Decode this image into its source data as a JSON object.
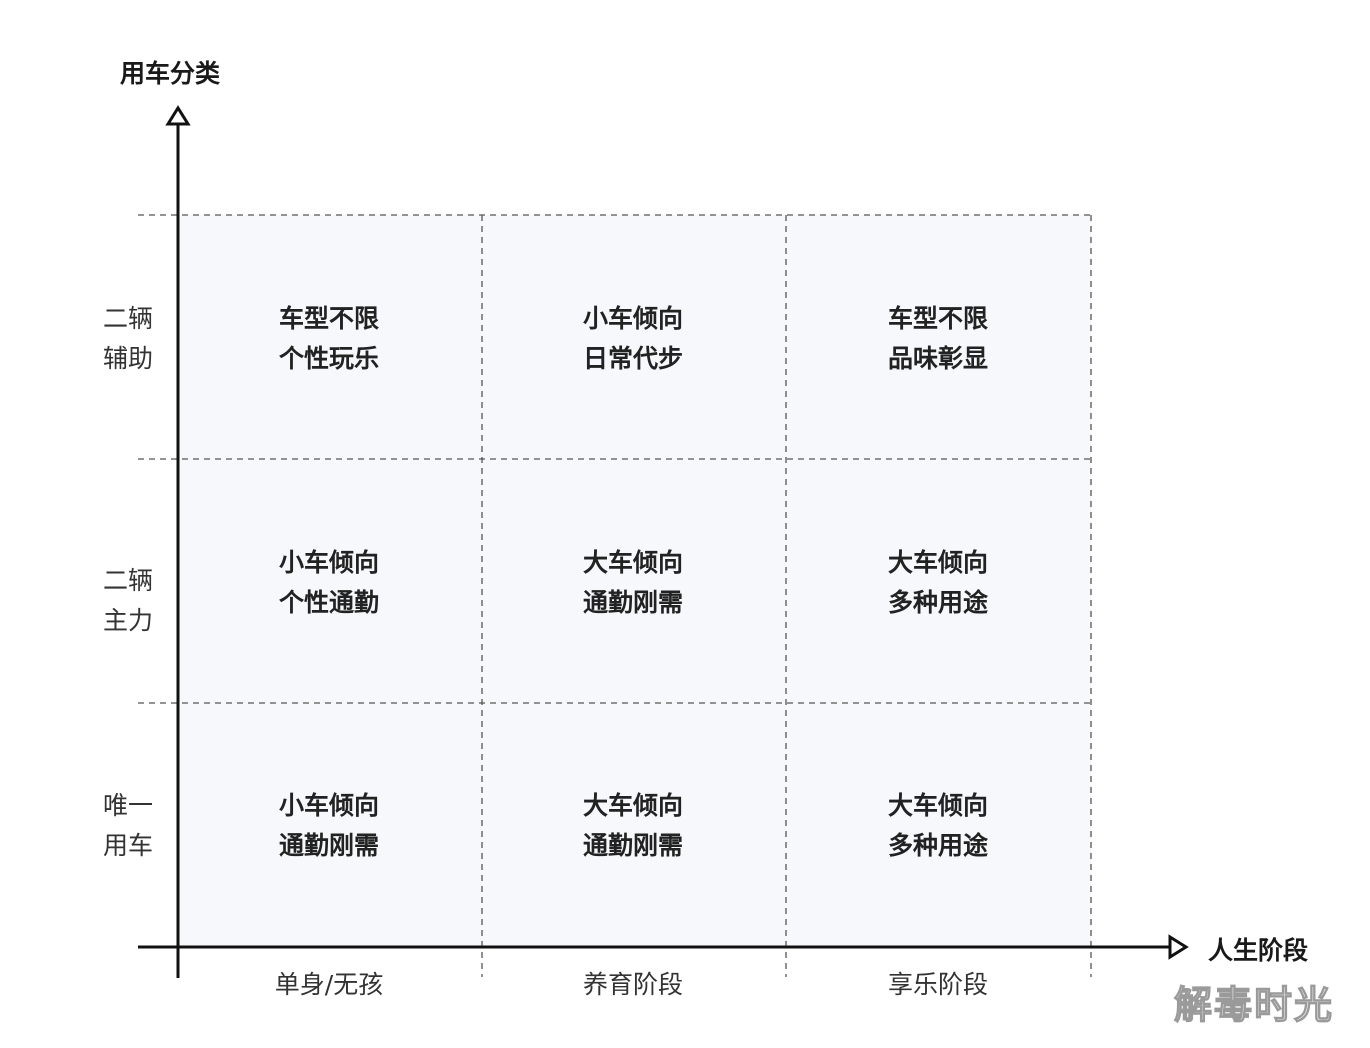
{
  "y_axis_title": "用车分类",
  "x_axis_title": "人生阶段",
  "rows": [
    {
      "label_lines": [
        "二辆",
        "辅助"
      ]
    },
    {
      "label_lines": [
        "二辆",
        "主力"
      ]
    },
    {
      "label_lines": [
        "唯一",
        "用车"
      ]
    }
  ],
  "columns": [
    {
      "label": "单身/无孩"
    },
    {
      "label": "养育阶段"
    },
    {
      "label": "享乐阶段"
    }
  ],
  "cells": [
    [
      {
        "lines": [
          "车型不限",
          "个性玩乐"
        ]
      },
      {
        "lines": [
          "小车倾向",
          "日常代步"
        ]
      },
      {
        "lines": [
          "车型不限",
          "品味彰显"
        ]
      }
    ],
    [
      {
        "lines": [
          "小车倾向",
          "个性通勤"
        ]
      },
      {
        "lines": [
          "大车倾向",
          "通勤刚需"
        ]
      },
      {
        "lines": [
          "大车倾向",
          "多种用途"
        ]
      }
    ],
    [
      {
        "lines": [
          "小车倾向",
          "通勤刚需"
        ]
      },
      {
        "lines": [
          "大车倾向",
          "通勤刚需"
        ]
      },
      {
        "lines": [
          "大车倾向",
          "多种用途"
        ]
      }
    ]
  ],
  "watermark": "解毒时光",
  "colors": {
    "grid_fill": "#f7f8fb",
    "axis": "#111111",
    "dashed": "#555555"
  }
}
